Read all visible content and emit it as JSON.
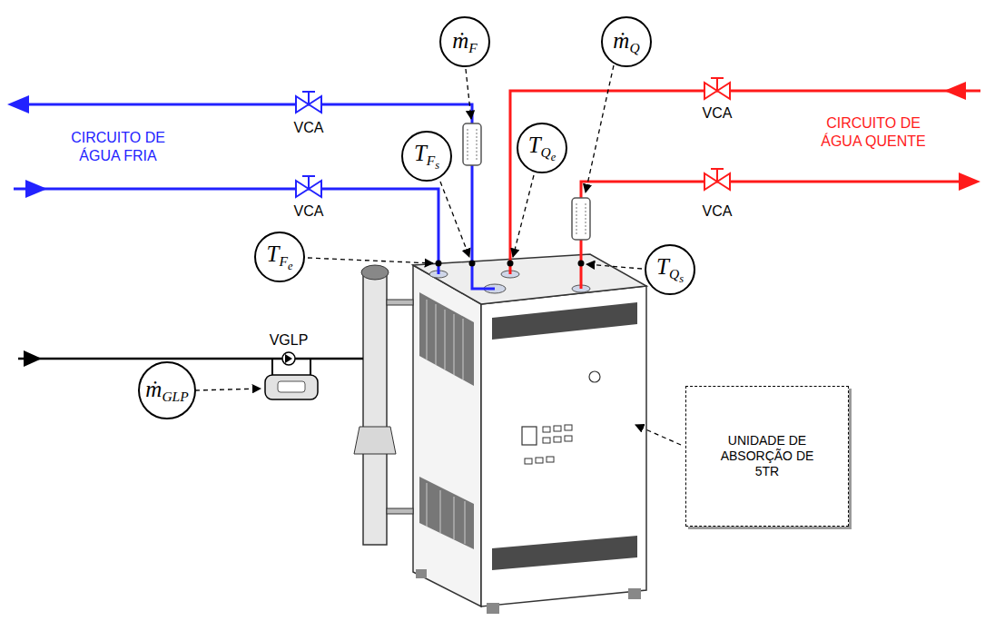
{
  "diagram": {
    "nodes": [
      {
        "text": [
          "ṁF"
        ]
      },
      {
        "text": [
          "ṁQ"
        ]
      },
      {
        "text": [
          "TFs"
        ]
      },
      {
        "text": [
          "TQe"
        ]
      },
      {
        "text": [
          "TFe"
        ]
      },
      {
        "text": [
          "TQs"
        ]
      },
      {
        "text": [
          "ṁGLP"
        ]
      },
      {
        "text": [
          "UNIDADE DE ABSORÇÃO DE 5TR"
        ]
      }
    ],
    "labels": [
      "VCA",
      "VCA",
      "CIRCUITO DE ÁGUA FRIA",
      "VCA",
      "CIRCUITO DE ÁGUA QUENTE",
      "VCA",
      "VGLP"
    ]
  }
}
